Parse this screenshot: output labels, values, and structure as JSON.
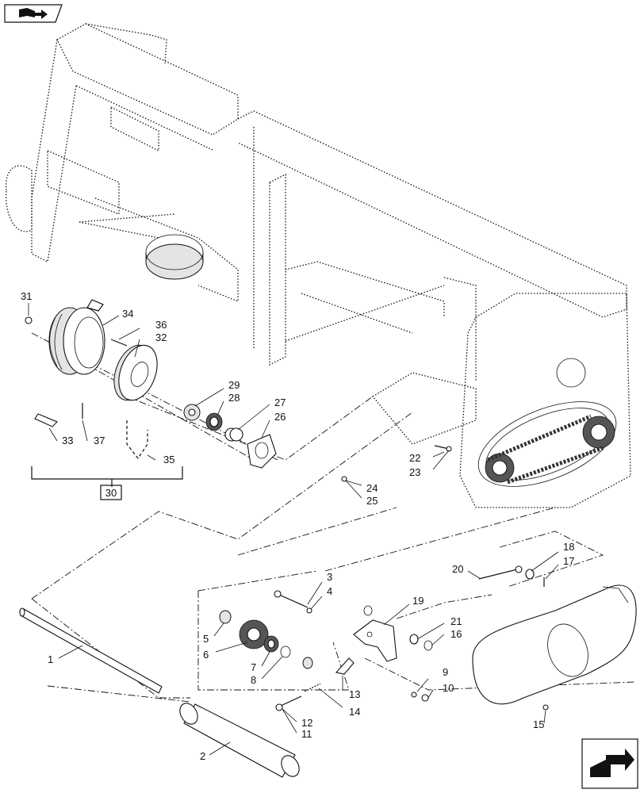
{
  "diagram": {
    "callouts": [
      {
        "id": "c1",
        "text": "1"
      },
      {
        "id": "c2",
        "text": "2"
      },
      {
        "id": "c3",
        "text": "3"
      },
      {
        "id": "c4",
        "text": "4"
      },
      {
        "id": "c5",
        "text": "5"
      },
      {
        "id": "c6",
        "text": "6"
      },
      {
        "id": "c7",
        "text": "7"
      },
      {
        "id": "c8",
        "text": "8"
      },
      {
        "id": "c9",
        "text": "9"
      },
      {
        "id": "c10",
        "text": "10"
      },
      {
        "id": "c11",
        "text": "11"
      },
      {
        "id": "c12",
        "text": "12"
      },
      {
        "id": "c13",
        "text": "13"
      },
      {
        "id": "c14",
        "text": "14"
      },
      {
        "id": "c15",
        "text": "15"
      },
      {
        "id": "c16",
        "text": "16"
      },
      {
        "id": "c17",
        "text": "17"
      },
      {
        "id": "c18",
        "text": "18"
      },
      {
        "id": "c19",
        "text": "19"
      },
      {
        "id": "c20",
        "text": "20"
      },
      {
        "id": "c21",
        "text": "21"
      },
      {
        "id": "c22",
        "text": "22"
      },
      {
        "id": "c23",
        "text": "23"
      },
      {
        "id": "c24",
        "text": "24"
      },
      {
        "id": "c25",
        "text": "25"
      },
      {
        "id": "c26",
        "text": "26"
      },
      {
        "id": "c27",
        "text": "27"
      },
      {
        "id": "c28",
        "text": "28"
      },
      {
        "id": "c29",
        "text": "29"
      },
      {
        "id": "c31",
        "text": "31"
      },
      {
        "id": "c32",
        "text": "32"
      },
      {
        "id": "c33",
        "text": "33"
      },
      {
        "id": "c34",
        "text": "34"
      },
      {
        "id": "c35",
        "text": "35"
      },
      {
        "id": "c36",
        "text": "36"
      },
      {
        "id": "c37",
        "text": "37"
      }
    ],
    "assembly_box": {
      "text": "30"
    },
    "icons": {
      "top_left": "book-arrow-icon",
      "bottom_right": "next-page-arrow-icon"
    }
  }
}
